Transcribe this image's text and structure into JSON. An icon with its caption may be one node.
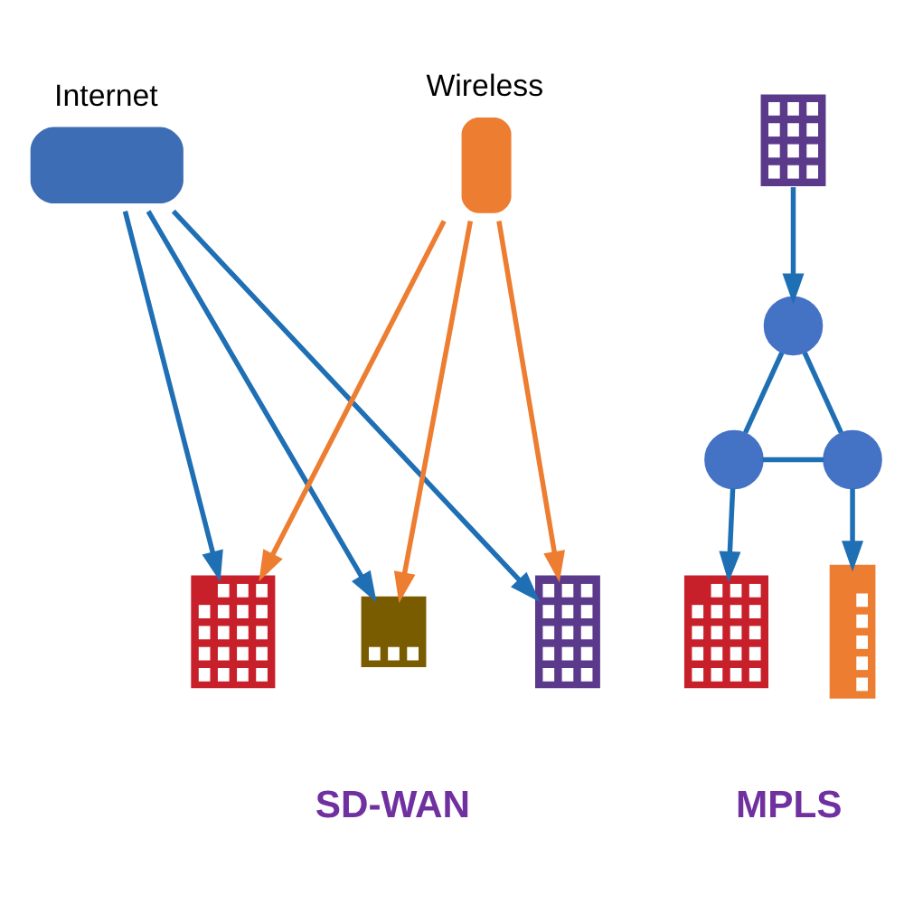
{
  "diagram": {
    "nodes": [
      {
        "text": [
          "Internet"
        ]
      },
      {
        "text": [
          "Wireless"
        ]
      },
      {
        "text": [],
        "shape": "picture"
      },
      {
        "text": [],
        "shape": "circle"
      },
      {
        "text": [],
        "shape": "circle"
      },
      {
        "text": [],
        "shape": "circle"
      },
      {
        "text": [],
        "shape": "picture"
      },
      {
        "text": [],
        "shape": "picture"
      },
      {
        "text": [],
        "shape": "picture"
      },
      {
        "text": [],
        "shape": "picture"
      },
      {
        "text": [],
        "shape": "picture"
      }
    ],
    "edges": [
      {
        "from": 0,
        "to": 6,
        "arrow": "to"
      },
      {
        "from": 0,
        "to": 7,
        "arrow": "to"
      },
      {
        "from": 0,
        "to": 8,
        "arrow": "to"
      },
      {
        "from": 1,
        "to": 6,
        "arrow": "to",
        "color": "#ed7d31"
      },
      {
        "from": 1,
        "to": 7,
        "arrow": "to",
        "color": "#ed7d31"
      },
      {
        "from": 1,
        "to": 8,
        "arrow": "to",
        "color": "#ed7d31"
      },
      {
        "from": 2,
        "to": 3,
        "arrow": "to"
      },
      {
        "from": 3,
        "to": 4,
        "arrow": "none"
      },
      {
        "from": 3,
        "to": 5,
        "arrow": "none"
      },
      {
        "from": 4,
        "to": 5,
        "arrow": "none"
      },
      {
        "from": 4,
        "to": 9,
        "arrow": "to"
      },
      {
        "from": 5,
        "to": 10,
        "arrow": "to"
      }
    ],
    "labels": [
      "SD-WAN",
      "MPLS"
    ]
  }
}
